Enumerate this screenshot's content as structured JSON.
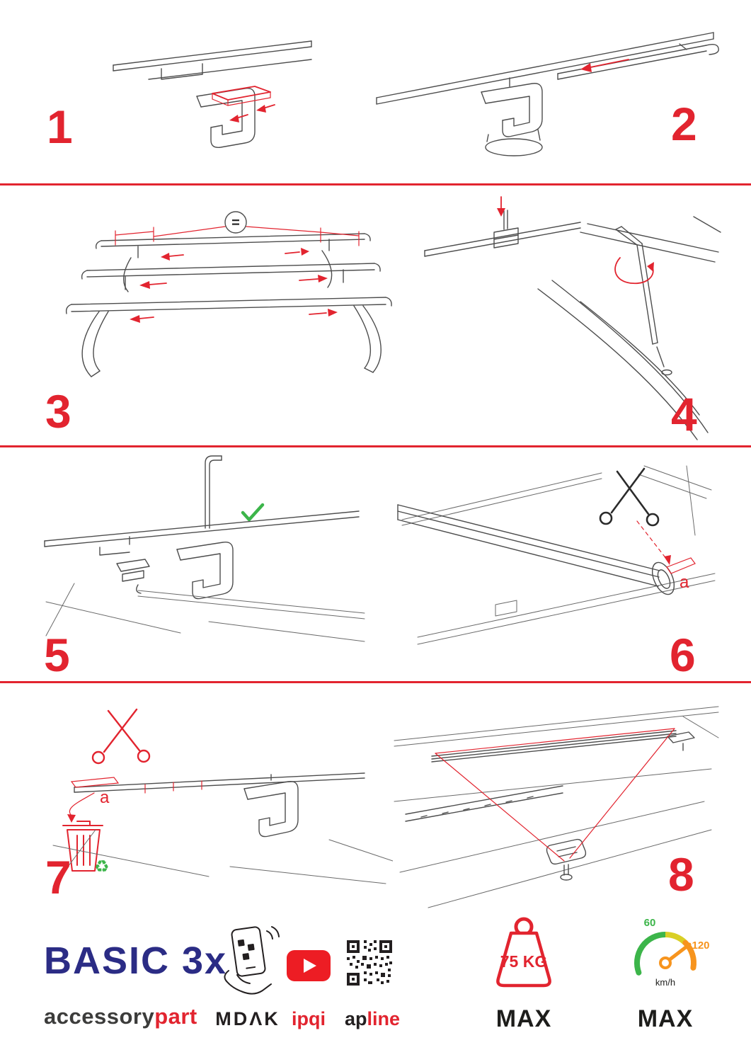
{
  "step_numbers": [
    "1",
    "2",
    "3",
    "4",
    "5",
    "6",
    "7",
    "8"
  ],
  "annotations": {
    "equal": "=",
    "part_a": "a"
  },
  "icons": {
    "recycle": "♻"
  },
  "footer": {
    "product_name": "BASIC 3x",
    "brand_black": "accessory",
    "brand_red": "part",
    "app_label": "MDΛK",
    "youtube_label": "ipqi",
    "qr_label_black": "ap",
    "qr_label_red": "line",
    "weight_value": "75 KG",
    "weight_max_label": "MAX",
    "speed_max_label": "MAX",
    "speed_tick_low": "60",
    "speed_tick_high": "120",
    "speed_unit": "km/h"
  },
  "colors": {
    "accent_red": "#e2242f",
    "brand_blue": "#2b2c85",
    "check_green": "#3cb54a",
    "speed_green": "#3cb54a",
    "speed_yellow": "#d9cf26",
    "speed_orange": "#f7941d",
    "youtube_red": "#ed1d24",
    "ink": "#231f20"
  }
}
